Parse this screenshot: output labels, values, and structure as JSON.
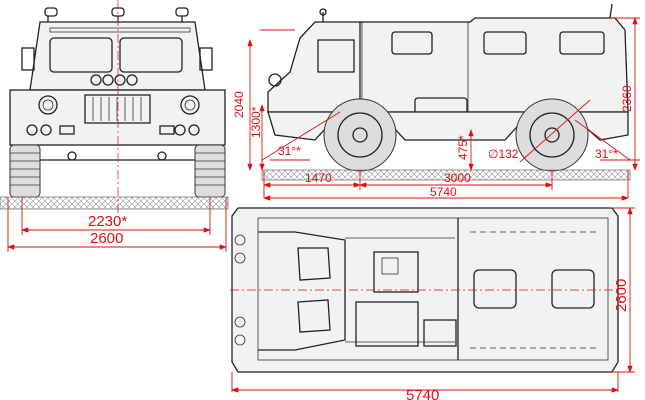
{
  "front_view": {
    "track_width": "2230*",
    "overall_width": "2600"
  },
  "side_view": {
    "overall_height": "2360",
    "roof_height": "2040",
    "body_height": "1300*",
    "clearance": "475*",
    "tyre_diameter": "∅132",
    "approach_angle": "31°*",
    "departure_angle": "31°*",
    "front_overhang": "1470",
    "wheelbase": "3000",
    "overall_length": "5740"
  },
  "top_view": {
    "width": "2600",
    "length": "5740"
  },
  "colors": {
    "dimension": "#e01010",
    "outline": "#222222"
  }
}
